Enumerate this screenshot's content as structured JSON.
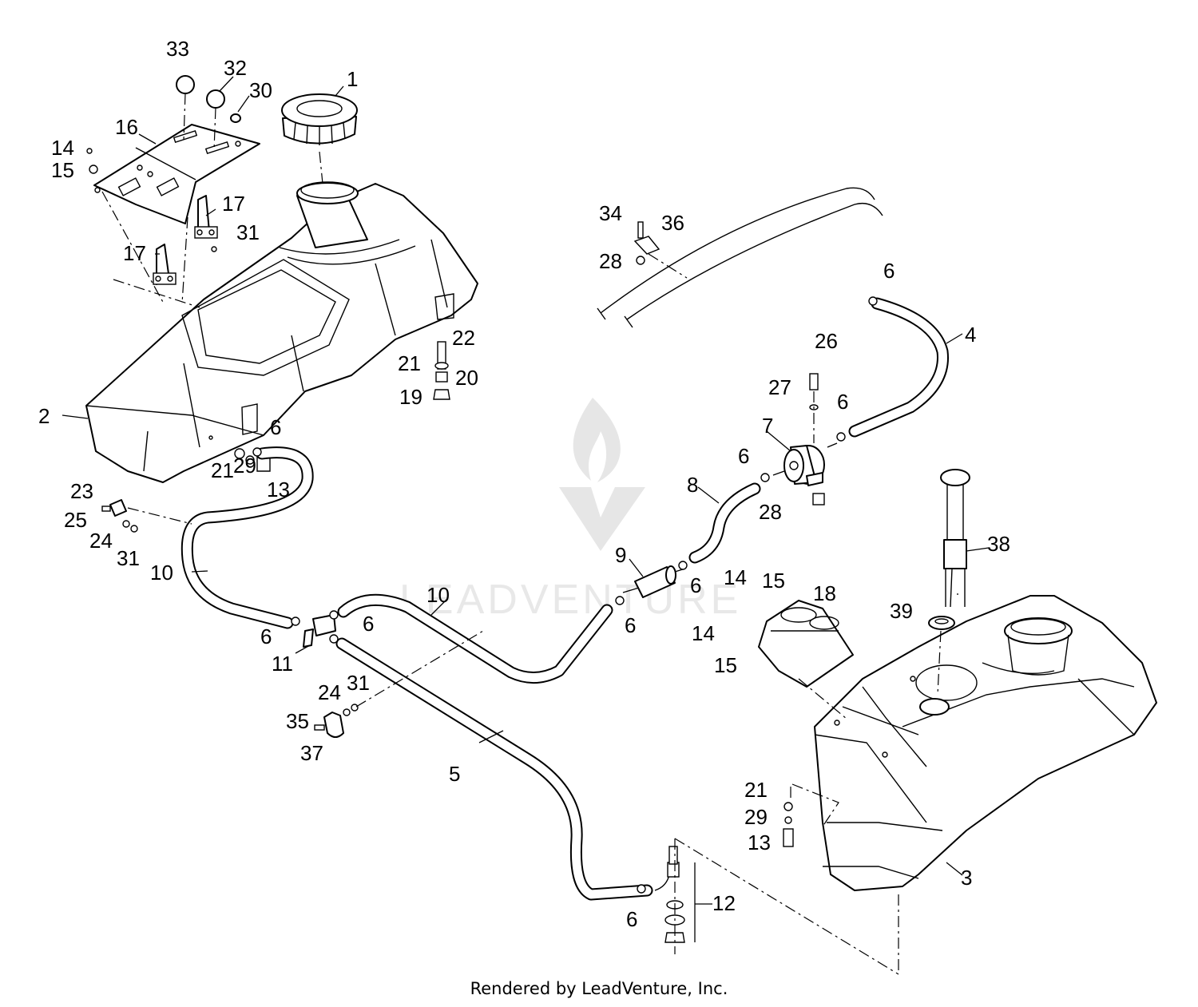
{
  "diagram": {
    "watermark": "LEADVENTURE",
    "footer": "Rendered by LeadVenture, Inc.",
    "callouts": [
      "1",
      "2",
      "3",
      "4",
      "5",
      "6",
      "7",
      "8",
      "9",
      "10",
      "11",
      "12",
      "13",
      "14",
      "15",
      "16",
      "17",
      "18",
      "19",
      "20",
      "21",
      "22",
      "23",
      "24",
      "25",
      "26",
      "27",
      "28",
      "29",
      "30",
      "31",
      "32",
      "33",
      "34",
      "35",
      "36",
      "37",
      "38",
      "39"
    ]
  }
}
